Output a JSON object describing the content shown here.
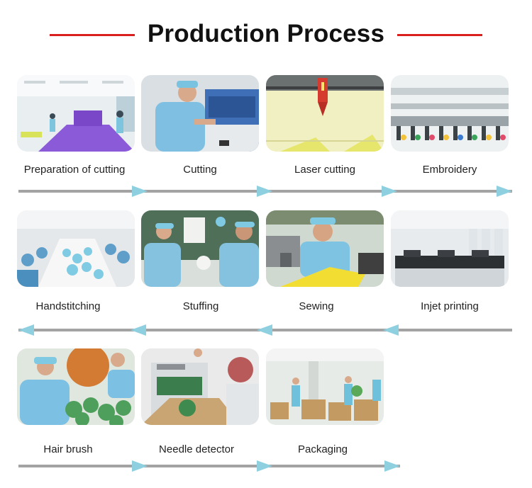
{
  "title": "Production Process",
  "steps": [
    {
      "label": "Preparation of cutting",
      "image": "factory-cutting-prep"
    },
    {
      "label": "Cutting",
      "image": "worker-cutting-machine"
    },
    {
      "label": "Laser cutting",
      "image": "laser-cutter-head"
    },
    {
      "label": "Embroidery",
      "image": "embroidery-machines"
    },
    {
      "label": "Handstitching",
      "image": "workers-handstitching"
    },
    {
      "label": "Stuffing",
      "image": "workers-stuffing"
    },
    {
      "label": "Sewing",
      "image": "worker-sewing-machine"
    },
    {
      "label": "Injet printing",
      "image": "inkjet-printers"
    },
    {
      "label": "Hair brush",
      "image": "worker-hair-brushing"
    },
    {
      "label": "Needle detector",
      "image": "needle-detector-conveyor"
    },
    {
      "label": "Packaging",
      "image": "warehouse-packaging"
    }
  ],
  "colors": {
    "accent": "#d9201f",
    "arrow": "#8fd0e0",
    "track": "#a3a3a3"
  }
}
